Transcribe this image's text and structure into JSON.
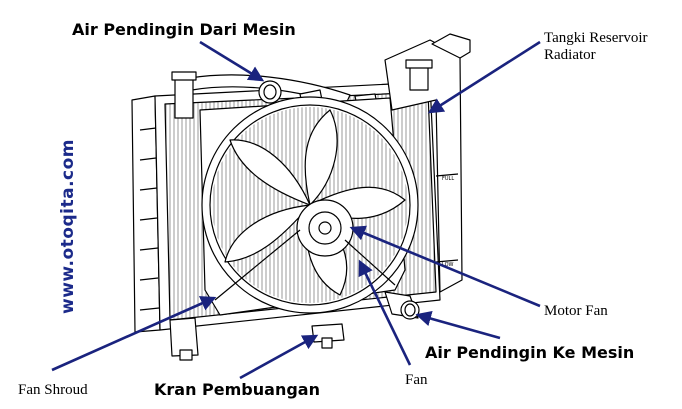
{
  "labels": {
    "air_pendingin_dari_mesin": "Air Pendingin Dari Mesin",
    "tangki_reservoir_line1": "Tangki Reservoir",
    "tangki_reservoir_line2": "Radiator",
    "motor_fan": "Motor Fan",
    "air_pendingin_ke_mesin": "Air Pendingin Ke Mesin",
    "fan": "Fan",
    "kran_pembuangan": "Kran Pembuangan",
    "fan_shroud": "Fan Shroud"
  },
  "watermark": "www.otoqita.com",
  "tank_marks": {
    "full": "FULL",
    "low": "LOW"
  },
  "colors": {
    "arrow": "#1a237e",
    "line": "#000000",
    "watermark": "#1b2a8a"
  }
}
